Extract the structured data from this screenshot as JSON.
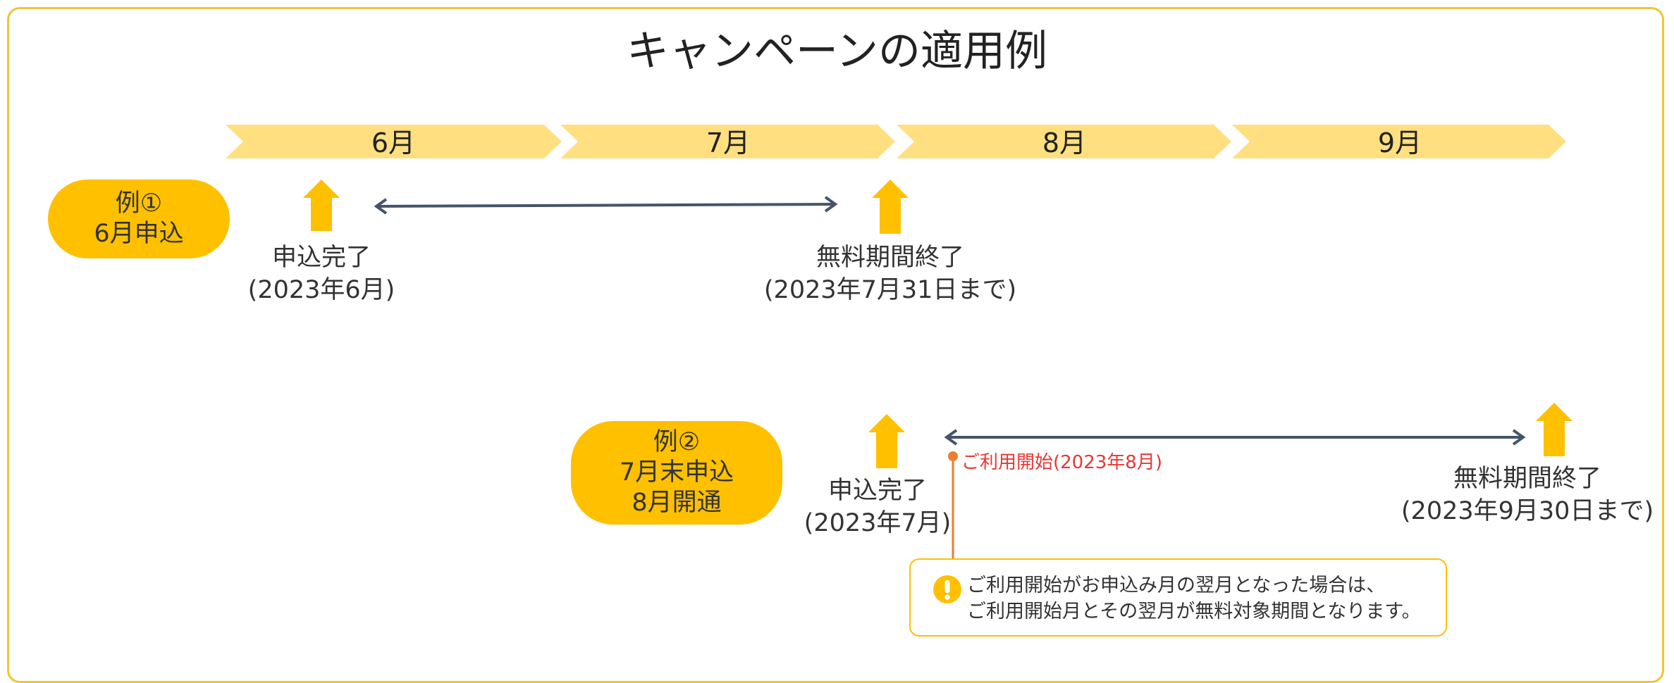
{
  "title": "キャンペーンの適用例",
  "months": [
    "6月",
    "7月",
    "8月",
    "9月"
  ],
  "example1": {
    "badge": [
      "例①",
      "6月申込"
    ],
    "start_label": [
      "申込完了",
      "(2023年6月)"
    ],
    "end_label": [
      "無料期間終了",
      "(2023年7月31日まで)"
    ]
  },
  "example2": {
    "badge": [
      "例②",
      "7月末申込",
      "8月開通"
    ],
    "start_label": [
      "申込完了",
      "(2023年7月)"
    ],
    "usage_start": "ご利用開始(2023年8月)",
    "end_label": [
      "無料期間終了",
      "(2023年9月30日まで)"
    ]
  },
  "note": {
    "icon": "exclamation-circle-icon",
    "lines": [
      "ご利用開始がお申込み月の翌月となった場合は、",
      "ご利用開始月とその翌月が無料対象期間となります。"
    ]
  },
  "colors": {
    "chevron": "#ffdf80",
    "accent": "#ffc000",
    "frame": "#f4c430",
    "span_arrow": "#44546a",
    "usage_marker": "#ed7d31",
    "usage_text": "#e53935"
  }
}
